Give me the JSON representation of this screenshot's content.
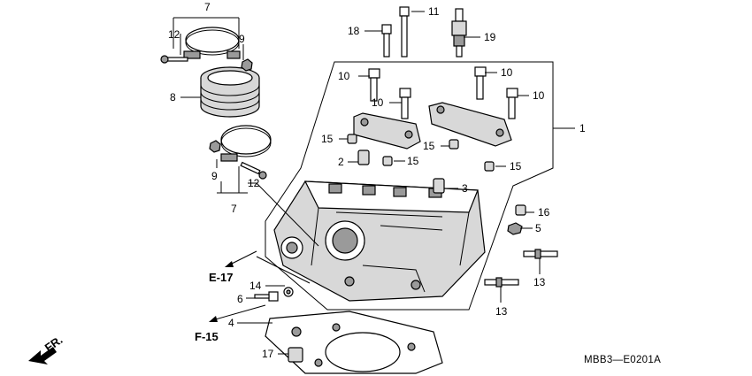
{
  "labels": {
    "p1": "1",
    "p2": "2",
    "p3": "3",
    "p4": "4",
    "p5": "5",
    "p6": "6",
    "p7": "7",
    "p8": "8",
    "p9": "9",
    "p10": "10",
    "p11": "11",
    "p12": "12",
    "p13": "13",
    "p14": "14",
    "p15": "15",
    "p16": "16",
    "p17": "17",
    "p18": "18",
    "p19": "19"
  },
  "refs": {
    "e17": "E-17",
    "f15": "F-15",
    "front": "FR."
  },
  "diagram_code": "MBB3—E0201A"
}
